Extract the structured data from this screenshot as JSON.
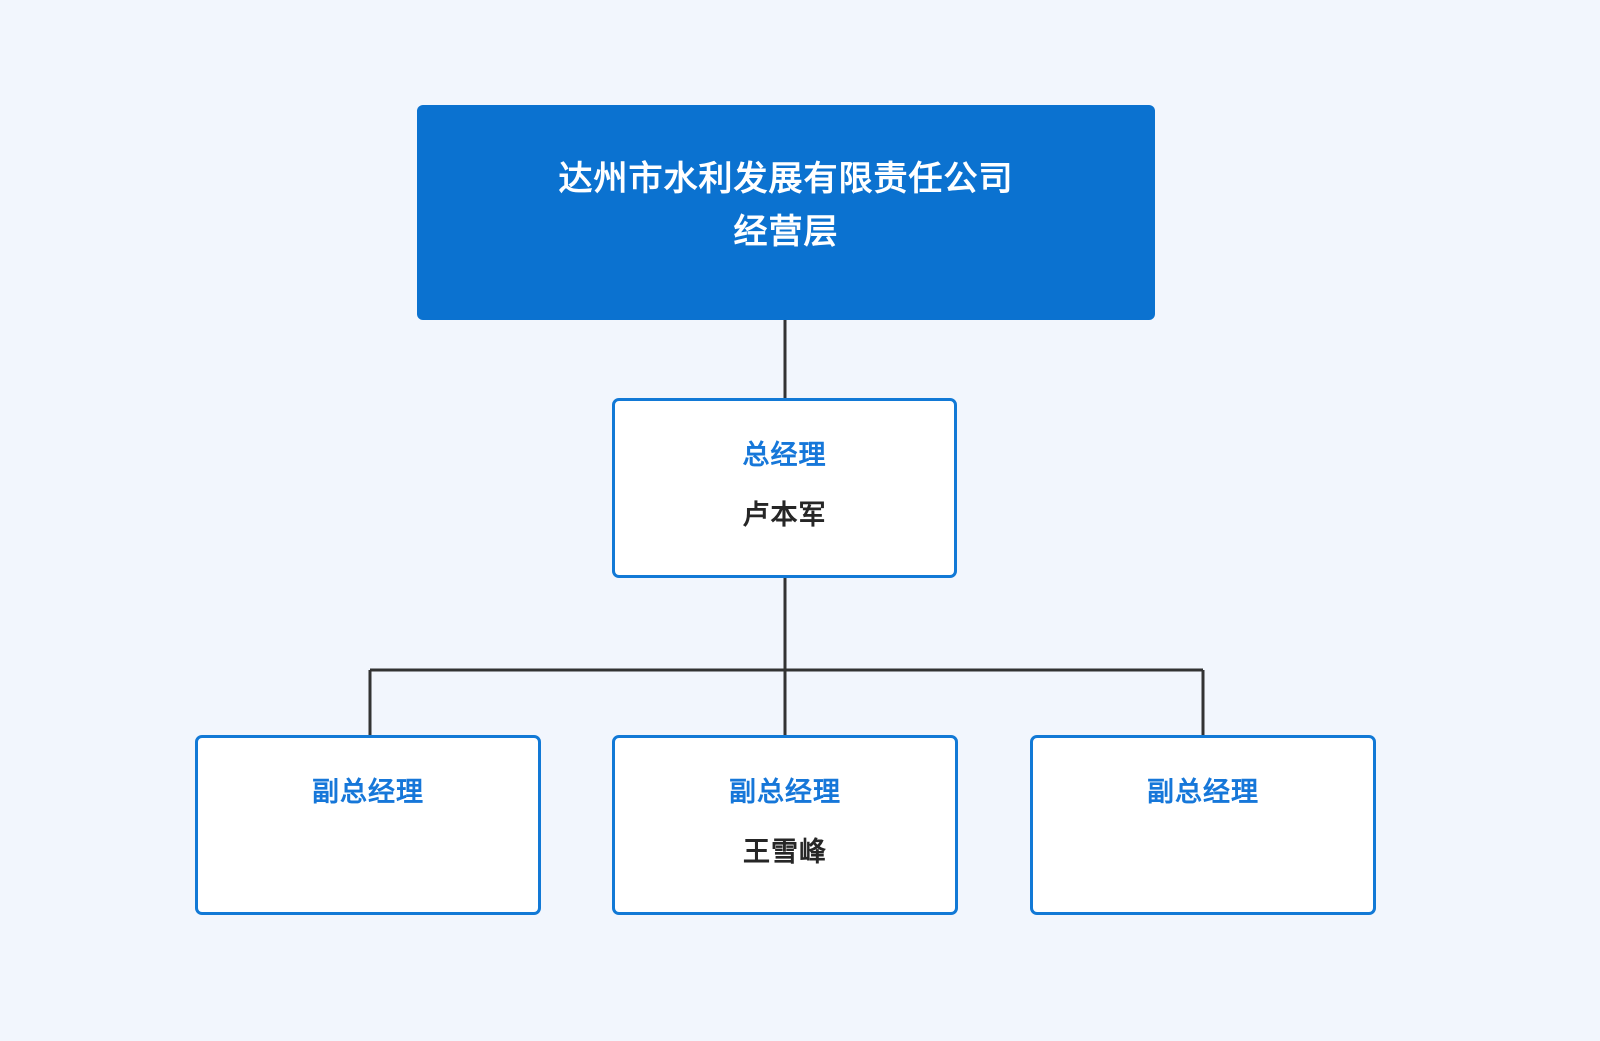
{
  "chart": {
    "type": "org-chart",
    "background_color": "#f2f6fd",
    "accent_color": "#0b72d0",
    "border_color": "#1279d6",
    "title_color": "#1677d9",
    "person_color": "#262626",
    "connector_color": "#333333",
    "root": {
      "line1": "达州市水利发展有限责任公司",
      "line2": "经营层"
    },
    "general_manager": {
      "title": "总经理",
      "person": "卢本军"
    },
    "deputies": [
      {
        "title": "副总经理",
        "person": ""
      },
      {
        "title": "副总经理",
        "person": "王雪峰"
      },
      {
        "title": "副总经理",
        "person": ""
      }
    ]
  }
}
